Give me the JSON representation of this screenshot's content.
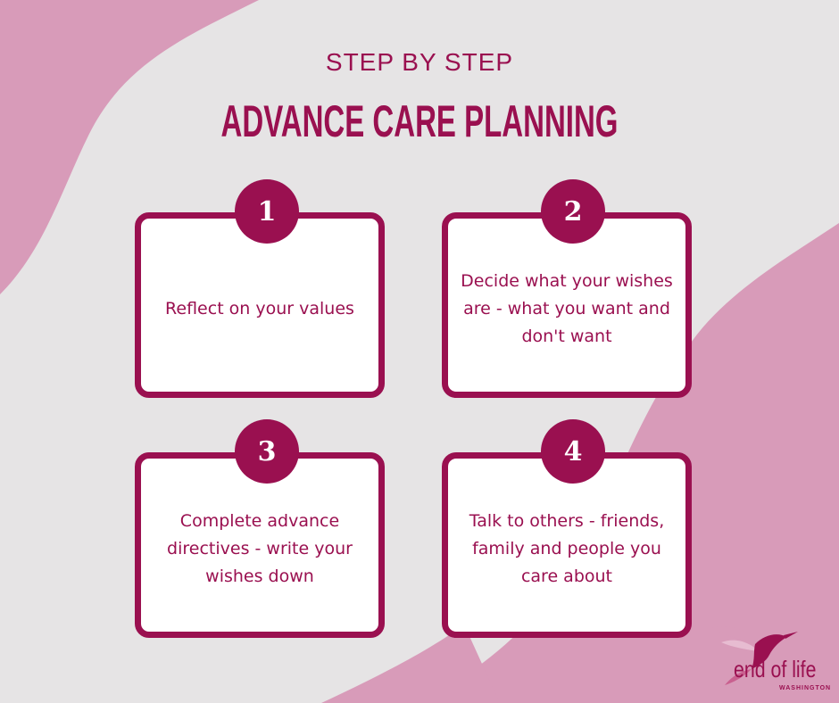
{
  "header": {
    "subtitle": "STEP BY STEP",
    "title": "ADVANCE CARE PLANNING"
  },
  "steps": [
    {
      "number": "1",
      "text": "Reflect on your values"
    },
    {
      "number": "2",
      "text": "Decide what your wishes are - what you want and don't want"
    },
    {
      "number": "3",
      "text": "Complete advance directives - write your wishes down"
    },
    {
      "number": "4",
      "text": "Talk to others - friends, family and people you care about"
    }
  ],
  "logo": {
    "name": "end of life",
    "region": "WASHINGTON",
    "icon": "hummingbird-icon"
  },
  "colors": {
    "accent": "#9a1050",
    "background": "#e6e4e5",
    "blob": "#d89bb9",
    "card": "#ffffff"
  }
}
